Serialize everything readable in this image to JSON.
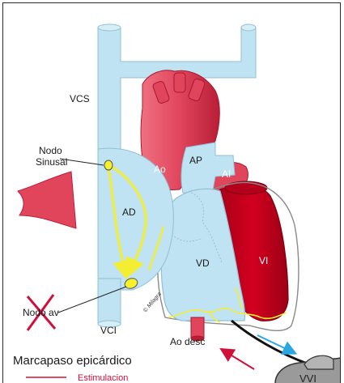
{
  "labels": {
    "vcs": "VCS",
    "nodo_sinusal_1": "Nodo",
    "nodo_sinusal_2": "Sinusal",
    "ao": "Ao",
    "ap": "AP",
    "ai": "AI",
    "ad": "AD",
    "vd": "VD",
    "vi": "VI",
    "vci": "VCI",
    "nodo_av": "Nodo av",
    "ao_desc": "Ao desc",
    "credit": "© Milagra"
  },
  "title": "Marcapaso epicárdico",
  "legend": {
    "stimulation": "Estimulacion"
  },
  "pacemaker": {
    "mode": "VVI"
  },
  "colors": {
    "vein_blue": "#bfe3f2",
    "vein_outline": "#8fc1d6",
    "artery_red": "#e0455c",
    "artery_dark": "#c2102e",
    "ventricle_left": "#c8001e",
    "yellow_path": "#f4ee33",
    "node_yellow": "#f7f02a",
    "lead_black": "#111111",
    "arrow_blue": "#2aa7e0",
    "arrow_red": "#d0103a",
    "device_gray": "#9a9a9a"
  }
}
